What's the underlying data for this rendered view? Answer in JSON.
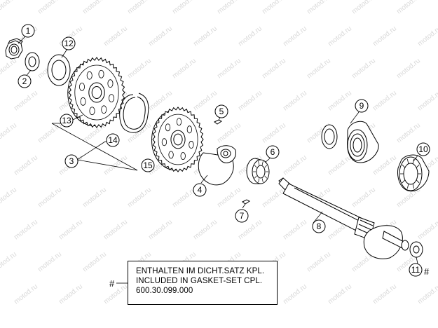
{
  "callouts": [
    {
      "id": "1",
      "label": "1"
    },
    {
      "id": "2",
      "label": "2"
    },
    {
      "id": "3",
      "label": "3"
    },
    {
      "id": "4",
      "label": "4"
    },
    {
      "id": "5",
      "label": "5"
    },
    {
      "id": "6",
      "label": "6"
    },
    {
      "id": "7",
      "label": "7"
    },
    {
      "id": "8",
      "label": "8"
    },
    {
      "id": "9",
      "label": "9"
    },
    {
      "id": "10",
      "label": "10"
    },
    {
      "id": "11",
      "label": "11"
    },
    {
      "id": "12",
      "label": "12"
    },
    {
      "id": "13",
      "label": "13"
    },
    {
      "id": "14",
      "label": "14"
    },
    {
      "id": "15",
      "label": "15"
    }
  ],
  "note": {
    "marker": "#",
    "lines": [
      "ENTHALTEN IM DICHT.SATZ KPL.",
      "INCLUDED IN GASKET-SET CPL.",
      "600.30.099.000"
    ]
  },
  "part_11_marker": "#",
  "watermark": "motod.ru",
  "colors": {
    "line": "#000000",
    "watermark": "#d9d9d9",
    "background": "#ffffff"
  }
}
